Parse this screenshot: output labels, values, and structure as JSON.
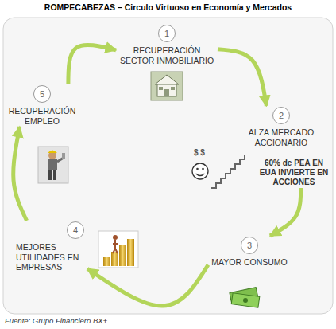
{
  "diagram": {
    "title": "ROMPECABEZAS – Circulo Virtuoso en Economía y Mercados",
    "caption": "Fuente: Grupo Financiero BX+",
    "nodes": [
      {
        "text": [
          "1",
          "RECUPERACIÓN SECTOR INMOBILIARIO"
        ]
      },
      {
        "text": [
          "2",
          "ALZA MERCADO ACCIONARIO",
          "60% de PEA EN EUA INVIERTE EN ACCIONES"
        ]
      },
      {
        "text": [
          "3",
          "MAYOR CONSUMO"
        ]
      },
      {
        "text": [
          "4",
          "MEJORES UTILIDADES EN EMPRESAS"
        ]
      },
      {
        "text": [
          "5",
          "RECUPERACIÓN EMPLEO"
        ]
      }
    ],
    "edges": [
      {
        "from": 0,
        "to": 1,
        "arrow": "to"
      },
      {
        "from": 1,
        "to": 2,
        "arrow": "to"
      },
      {
        "from": 2,
        "to": 3,
        "arrow": "to"
      },
      {
        "from": 3,
        "to": 4,
        "arrow": "to"
      },
      {
        "from": 4,
        "to": 0,
        "arrow": "to"
      }
    ],
    "labels": [
      "$ $"
    ]
  }
}
